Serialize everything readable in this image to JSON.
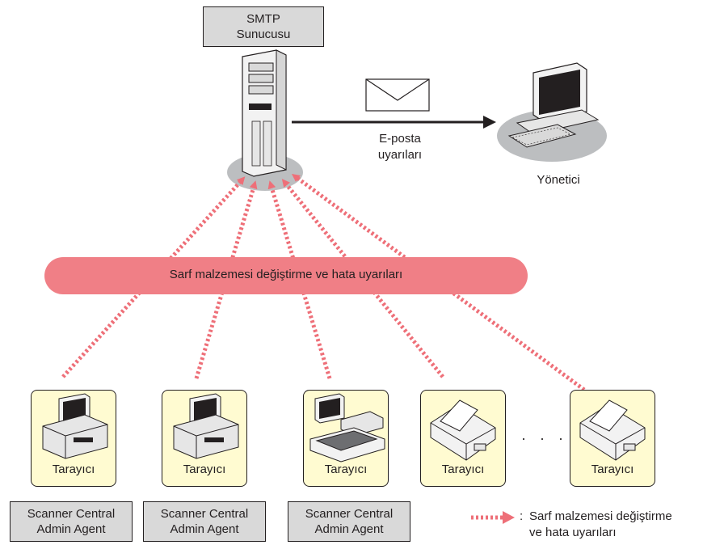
{
  "smtp_server": {
    "label_line1": "SMTP",
    "label_line2": "Sunucusu"
  },
  "email": {
    "label_line1": "E-posta",
    "label_line2": "uyarıları"
  },
  "admin": {
    "label": "Yönetici"
  },
  "banner": {
    "text": "Sarf malzemesi değiştirme ve hata uyarıları"
  },
  "scanners": [
    {
      "label": "Tarayıcı",
      "type": "scanner-with-pc"
    },
    {
      "label": "Tarayıcı",
      "type": "scanner-with-pc"
    },
    {
      "label": "Tarayıcı",
      "type": "flatbed-with-pc"
    },
    {
      "label": "Tarayıcı",
      "type": "network-scanner"
    },
    {
      "label": "Tarayıcı",
      "type": "network-scanner"
    }
  ],
  "ellipsis": "· · ·",
  "agents": [
    {
      "line1": "Scanner Central",
      "line2": "Admin Agent"
    },
    {
      "line1": "Scanner Central",
      "line2": "Admin Agent"
    },
    {
      "line1": "Scanner Central",
      "line2": "Admin Agent"
    }
  ],
  "legend": {
    "colon": ":",
    "line1": "Sarf malzemesi değiştirme",
    "line2": "ve hata uyarıları"
  },
  "colors": {
    "alert_line": "#ee6f78",
    "banner": "#f07f86",
    "card": "#fffbd1",
    "box": "#d9d9d9"
  }
}
